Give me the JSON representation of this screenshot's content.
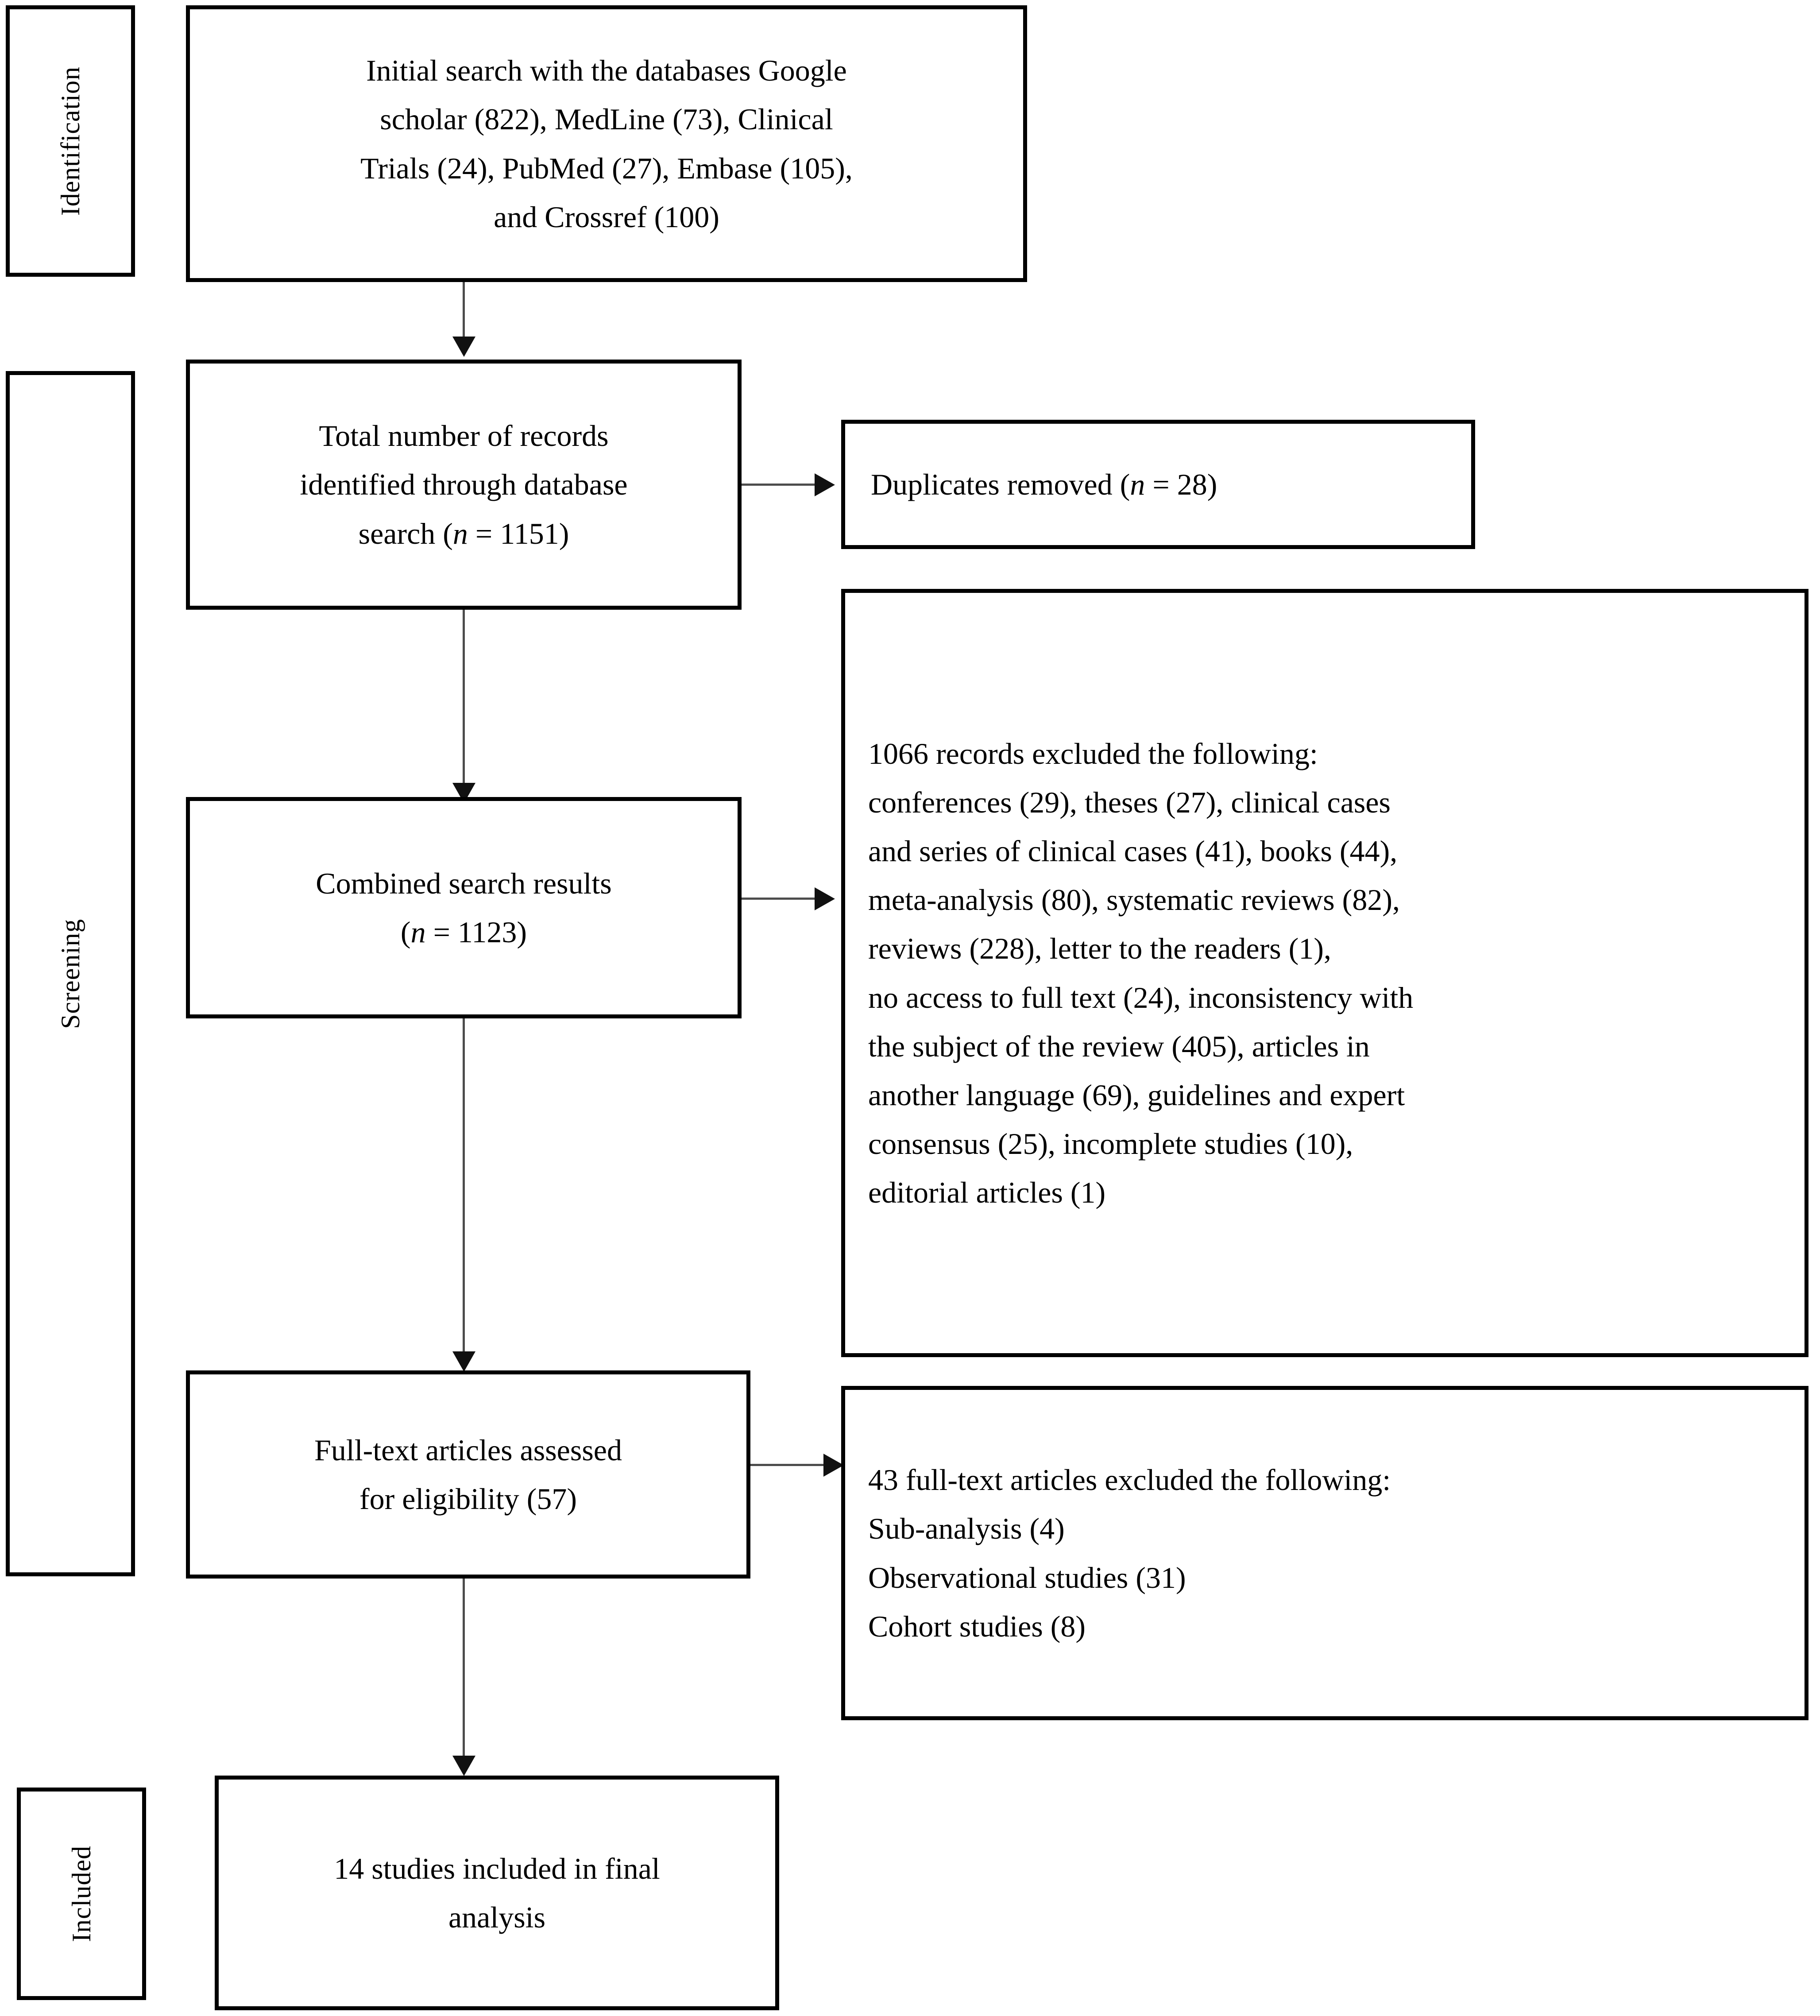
{
  "diagram": {
    "title": "PRISMA study selection flow diagram",
    "stages": [
      {
        "id": "identification",
        "label": "Identification"
      },
      {
        "id": "screening",
        "label": "Screening"
      },
      {
        "id": "included",
        "label": "Included"
      }
    ],
    "boxes": {
      "initial_search": {
        "name": "initial-search-box",
        "lines": [
          "Initial search with the databases Google",
          "scholar (822), MedLine (73), Clinical",
          "Trials (24), PubMed (27), Embase (105),",
          "and Crossref (100)"
        ]
      },
      "total_records": {
        "name": "total-records-box",
        "lines": [
          "Total number of records",
          "identified through database",
          "search ("
        ],
        "n_symbol": "n",
        "n_value": " = 1151)"
      },
      "duplicates_removed": {
        "name": "duplicates-removed-box",
        "text_before": "Duplicates removed (",
        "n_symbol": "n",
        "text_after": " = 28)"
      },
      "records_excluded": {
        "name": "records-excluded-box",
        "lines": [
          "1066 records excluded the following:",
          "conferences (29), theses (27), clinical cases",
          "and series of clinical cases (41), books (44),",
          "meta-analysis (80), systematic reviews (82),",
          "reviews (228), letter to the readers (1),",
          "no access to full text (24), inconsistency with",
          "the subject of the review (405), articles in",
          "another language (69), guidelines and expert",
          "consensus (25), incomplete studies (10),",
          "editorial articles (1)"
        ]
      },
      "combined_results": {
        "name": "combined-search-results-box",
        "lines": [
          "Combined search results",
          "("
        ],
        "n_symbol": "n",
        "n_value": " = 1123)"
      },
      "fulltext_assessed": {
        "name": "fulltext-assessed-box",
        "lines": [
          "Full-text articles assessed",
          "for eligibility (57)"
        ]
      },
      "fulltext_excluded": {
        "name": "fulltext-excluded-box",
        "lines": [
          "43  full-text articles excluded the following:",
          "Sub-analysis (4)",
          "Observational studies (31)",
          "Cohort studies (8)"
        ]
      },
      "final_included": {
        "name": "final-included-box",
        "lines": [
          "14 studies included in final",
          "analysis"
        ]
      }
    },
    "counts": {
      "google_scholar": 822,
      "medline": 73,
      "clinical_trials": 24,
      "pubmed": 27,
      "embase": 105,
      "crossref": 100,
      "total_identified": 1151,
      "duplicates_removed": 28,
      "combined_results": 1123,
      "records_excluded": 1066,
      "fulltext_assessed": 57,
      "fulltext_excluded": 43,
      "final_included": 14,
      "excluded_breakdown": {
        "conferences": 29,
        "theses": 27,
        "clinical_cases_and_series": 41,
        "books": 44,
        "meta_analysis": 80,
        "systematic_reviews": 82,
        "reviews": 228,
        "letter_to_the_readers": 1,
        "no_access_to_full_text": 24,
        "inconsistency_with_subject": 405,
        "another_language": 69,
        "guidelines_and_expert_consensus": 25,
        "incomplete_studies": 10,
        "editorial_articles": 1
      },
      "fulltext_excluded_breakdown": {
        "sub_analysis": 4,
        "observational_studies": 31,
        "cohort_studies": 8
      }
    },
    "colors": {
      "border": "#000000",
      "connector": "#4d4d4d",
      "arrowhead": "#111111",
      "background": "#ffffff",
      "text": "#000000"
    }
  }
}
